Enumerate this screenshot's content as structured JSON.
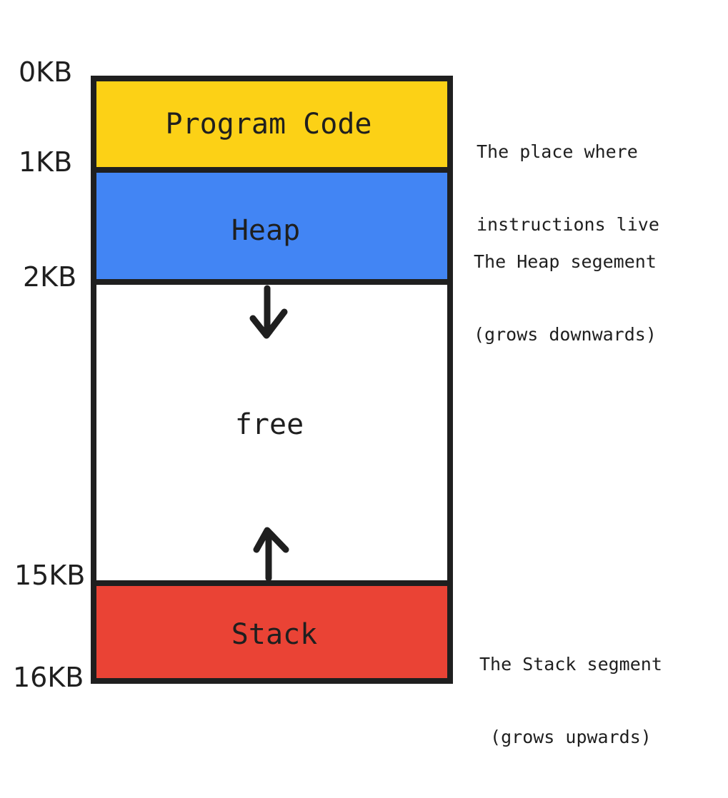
{
  "offsets": [
    "0KB",
    "1KB",
    "2KB",
    "15KB",
    "16KB"
  ],
  "segments": {
    "code": {
      "label": "Program Code",
      "color": "#FCD116"
    },
    "heap": {
      "label": "Heap",
      "color": "#4285F4"
    },
    "free": {
      "label": "free",
      "color": "#FFFFFF"
    },
    "stack": {
      "label": "Stack",
      "color": "#EA4335"
    }
  },
  "notes": {
    "code": [
      "The place where",
      "instructions live"
    ],
    "heap": [
      "The Heap segement",
      "(grows downwards)"
    ],
    "stack": [
      "The Stack segment",
      "(grows upwards)"
    ]
  },
  "colors": {
    "outline": "#1f1f1f",
    "text": "#1f1f1f"
  },
  "icons": {
    "heap_growth": "arrow-down-icon",
    "stack_growth": "arrow-up-icon"
  }
}
